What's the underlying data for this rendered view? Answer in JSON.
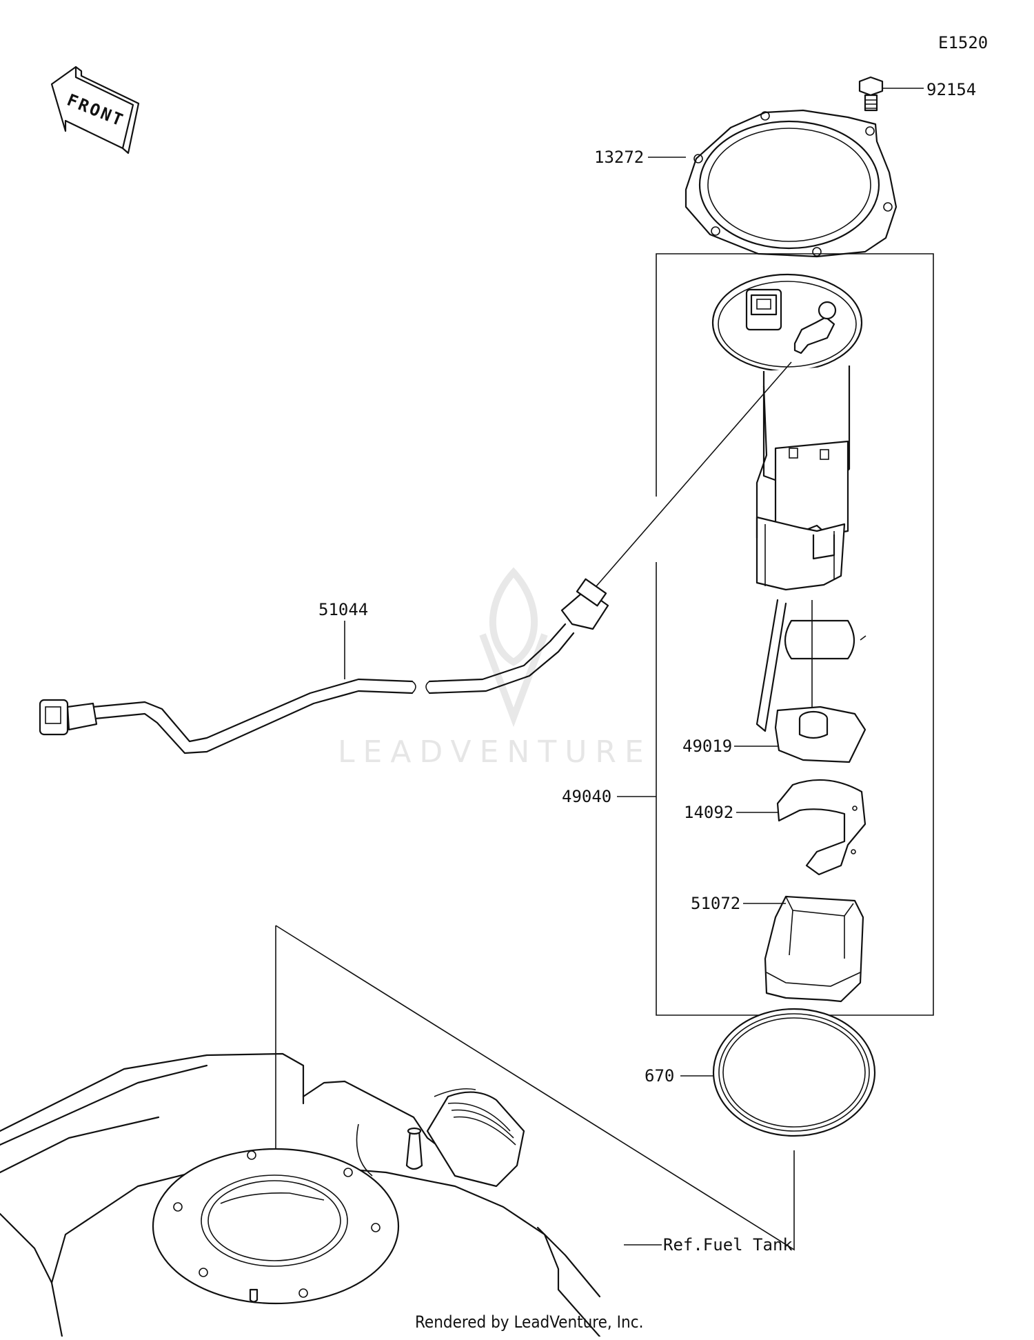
{
  "diagram_id": "E1520",
  "front_arrow": {
    "label": "FRONT"
  },
  "parts": {
    "bolt": "92154",
    "plate": "13272",
    "fuel_hose": "51044",
    "filter": "49019",
    "pump_assembly": "49040",
    "bracket": "14092",
    "cover": "51072",
    "gasket": "670"
  },
  "reference": "Ref.Fuel Tank",
  "watermark": "LEADVENTURE",
  "credit": "Rendered by LeadVenture, Inc."
}
